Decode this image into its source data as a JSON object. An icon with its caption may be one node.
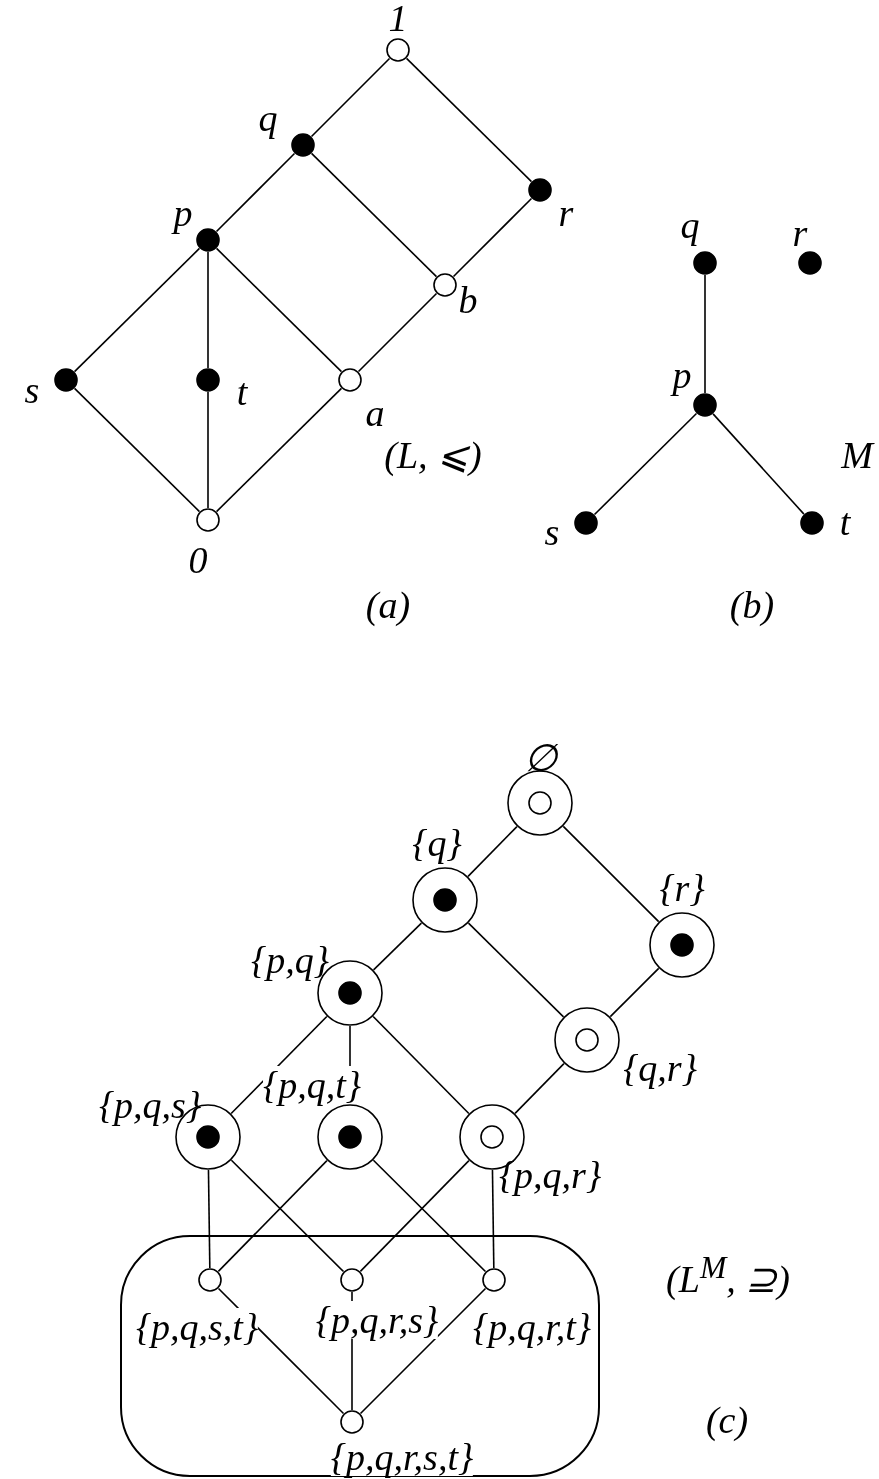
{
  "diagram": {
    "nodes": [
      {
        "text": [
          "1"
        ]
      },
      {
        "text": [
          "q"
        ]
      },
      {
        "text": [
          "r"
        ]
      },
      {
        "text": [
          "p"
        ]
      },
      {
        "text": [
          "b"
        ]
      },
      {
        "text": [
          "s"
        ]
      },
      {
        "text": [
          "t"
        ]
      },
      {
        "text": [
          "a"
        ]
      },
      {
        "text": [
          "0"
        ]
      },
      {
        "text": [
          "q"
        ]
      },
      {
        "text": [
          "r"
        ]
      },
      {
        "text": [
          "p"
        ]
      },
      {
        "text": [
          "s"
        ]
      },
      {
        "text": [
          "t"
        ]
      },
      {
        "text": [
          "∅"
        ]
      },
      {
        "text": [
          "{q}"
        ]
      },
      {
        "text": [
          "{r}"
        ]
      },
      {
        "text": [
          "{p,q}"
        ]
      },
      {
        "text": [
          "{q,r}"
        ]
      },
      {
        "text": [
          "{p,q,s}"
        ]
      },
      {
        "text": [
          "{p,q,t}"
        ]
      },
      {
        "text": [
          "{p,q,r}"
        ]
      },
      {
        "text": [],
        "shape": "box"
      },
      {
        "text": [
          "{p,q,s,t}"
        ],
        "in": 22
      },
      {
        "text": [
          "{p,q,r,s}"
        ],
        "in": 22
      },
      {
        "text": [
          "{p,q,r,t}"
        ],
        "in": 22
      },
      {
        "text": [
          "{p,q,r,s,t}"
        ],
        "in": 22
      }
    ],
    "edges": [
      {
        "from": 0,
        "to": 1,
        "arrow": "none"
      },
      {
        "from": 0,
        "to": 2,
        "arrow": "none"
      },
      {
        "from": 1,
        "to": 3,
        "arrow": "none"
      },
      {
        "from": 1,
        "to": 4,
        "arrow": "none"
      },
      {
        "from": 2,
        "to": 4,
        "arrow": "none"
      },
      {
        "from": 3,
        "to": 5,
        "arrow": "none"
      },
      {
        "from": 3,
        "to": 6,
        "arrow": "none"
      },
      {
        "from": 3,
        "to": 7,
        "arrow": "none"
      },
      {
        "from": 4,
        "to": 7,
        "arrow": "none"
      },
      {
        "from": 5,
        "to": 8,
        "arrow": "none"
      },
      {
        "from": 6,
        "to": 8,
        "arrow": "none"
      },
      {
        "from": 7,
        "to": 8,
        "arrow": "none"
      },
      {
        "from": 9,
        "to": 11,
        "arrow": "none"
      },
      {
        "from": 11,
        "to": 12,
        "arrow": "none"
      },
      {
        "from": 11,
        "to": 13,
        "arrow": "none"
      },
      {
        "from": 14,
        "to": 15,
        "arrow": "none"
      },
      {
        "from": 14,
        "to": 16,
        "arrow": "none"
      },
      {
        "from": 15,
        "to": 17,
        "arrow": "none"
      },
      {
        "from": 15,
        "to": 18,
        "arrow": "none"
      },
      {
        "from": 16,
        "to": 18,
        "arrow": "none"
      },
      {
        "from": 17,
        "to": 19,
        "arrow": "none"
      },
      {
        "from": 17,
        "to": 20,
        "arrow": "none"
      },
      {
        "from": 17,
        "to": 21,
        "arrow": "none"
      },
      {
        "from": 18,
        "to": 21,
        "arrow": "none"
      },
      {
        "from": 19,
        "to": 23,
        "arrow": "none"
      },
      {
        "from": 19,
        "to": 24,
        "arrow": "none"
      },
      {
        "from": 20,
        "to": 23,
        "arrow": "none"
      },
      {
        "from": 20,
        "to": 25,
        "arrow": "none"
      },
      {
        "from": 21,
        "to": 24,
        "arrow": "none"
      },
      {
        "from": 21,
        "to": 25,
        "arrow": "none"
      },
      {
        "from": 23,
        "to": 26,
        "arrow": "none"
      },
      {
        "from": 24,
        "to": 26,
        "arrow": "none"
      },
      {
        "from": 25,
        "to": 26,
        "arrow": "none"
      }
    ],
    "labels": [
      "(L, ⩽)",
      "M",
      "(a)",
      "(b)",
      "(L$^{M}$, ⊇)",
      "(c)"
    ]
  }
}
